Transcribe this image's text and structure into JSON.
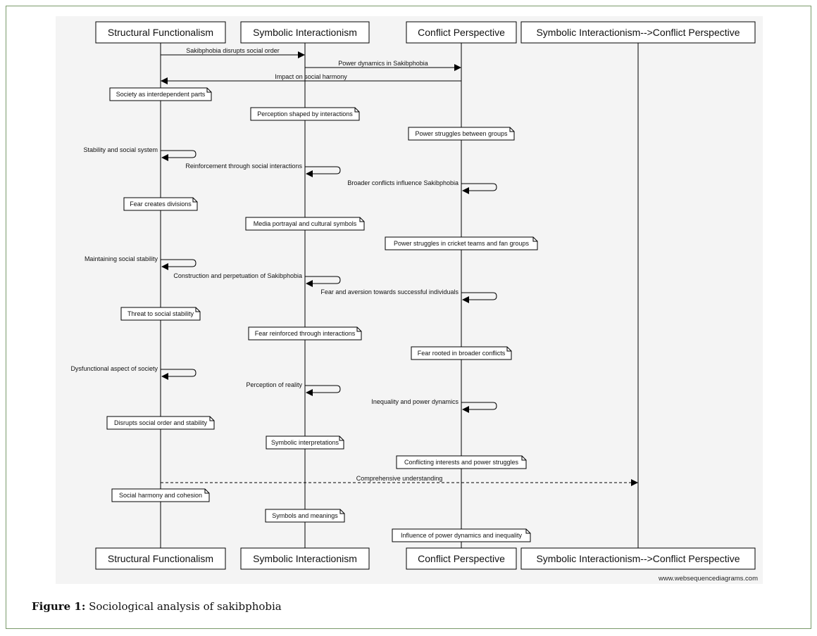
{
  "actors": [
    {
      "id": "sf",
      "label": "Structural Functionalism"
    },
    {
      "id": "si",
      "label": "Symbolic Interactionism"
    },
    {
      "id": "cp",
      "label": "Conflict Perspective"
    },
    {
      "id": "sicp",
      "label": "Symbolic Interactionism-->Conflict Perspective"
    }
  ],
  "events": [
    {
      "kind": "msg",
      "from": "sf",
      "to": "si",
      "text": "Sakibphobia disrupts social order"
    },
    {
      "kind": "msg",
      "from": "si",
      "to": "cp",
      "text": "Power dynamics in Sakibphobia"
    },
    {
      "kind": "msg",
      "from": "cp",
      "to": "sf",
      "text": "Impact on social harmony"
    },
    {
      "kind": "note",
      "actor": "sf",
      "text": "Society as interdependent parts"
    },
    {
      "kind": "note",
      "actor": "si",
      "text": "Perception shaped by interactions"
    },
    {
      "kind": "note",
      "actor": "cp",
      "text": "Power struggles between groups"
    },
    {
      "kind": "self",
      "actor": "sf",
      "text": "Stability and social system"
    },
    {
      "kind": "self",
      "actor": "si",
      "text": "Reinforcement through social interactions"
    },
    {
      "kind": "self",
      "actor": "cp",
      "text": "Broader conflicts influence Sakibphobia"
    },
    {
      "kind": "note",
      "actor": "sf",
      "text": "Fear creates divisions"
    },
    {
      "kind": "note",
      "actor": "si",
      "text": "Media portrayal and cultural symbols"
    },
    {
      "kind": "note",
      "actor": "cp",
      "text": "Power struggles in cricket teams and fan groups"
    },
    {
      "kind": "self",
      "actor": "sf",
      "text": "Maintaining social stability"
    },
    {
      "kind": "self",
      "actor": "si",
      "text": "Construction and perpetuation of Sakibphobia"
    },
    {
      "kind": "self",
      "actor": "cp",
      "text": "Fear and aversion towards successful individuals"
    },
    {
      "kind": "note",
      "actor": "sf",
      "text": "Threat to social stability"
    },
    {
      "kind": "note",
      "actor": "si",
      "text": "Fear reinforced through interactions"
    },
    {
      "kind": "note",
      "actor": "cp",
      "text": "Fear rooted in broader conflicts"
    },
    {
      "kind": "self",
      "actor": "sf",
      "text": "Dysfunctional aspect of society"
    },
    {
      "kind": "self",
      "actor": "si",
      "text": "Perception of reality"
    },
    {
      "kind": "self",
      "actor": "cp",
      "text": "Inequality and power dynamics"
    },
    {
      "kind": "note",
      "actor": "sf",
      "text": "Disrupts social order and stability"
    },
    {
      "kind": "note",
      "actor": "si",
      "text": "Symbolic interpretations"
    },
    {
      "kind": "note",
      "actor": "cp",
      "text": "Conflicting interests and power struggles"
    },
    {
      "kind": "msg",
      "from": "sf",
      "to": "sicp",
      "text": "Comprehensive understanding",
      "dashed": true
    },
    {
      "kind": "note",
      "actor": "sf",
      "text": "Social harmony and cohesion"
    },
    {
      "kind": "note",
      "actor": "si",
      "text": "Symbols and meanings"
    },
    {
      "kind": "note",
      "actor": "cp",
      "text": "Influence of power dynamics and inequality"
    }
  ],
  "watermark": "www.websequencediagrams.com",
  "caption": {
    "prefix": "Figure 1:",
    "text": " Sociological analysis of sakibphobia"
  }
}
